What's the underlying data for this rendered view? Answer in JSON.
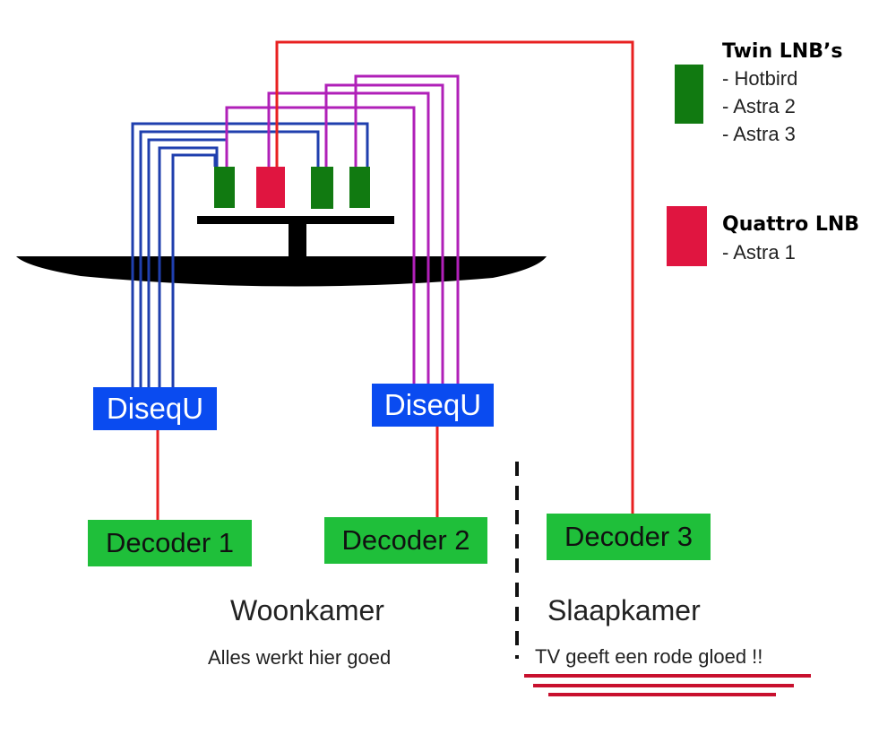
{
  "colors": {
    "twin_lnb": "#117a11",
    "quattro_lnb": "#e01540",
    "diseq": "#0a4bf0",
    "decoder": "#1fbf3a",
    "wire_red": "#e82020",
    "wire_blue": "#1f3fae",
    "wire_purple": "#b020b8",
    "dish": "#000000"
  },
  "dish": {
    "twin_lnbs": 3,
    "quattro_lnbs": 1
  },
  "switches": [
    {
      "label": "DiseqU"
    },
    {
      "label": "DiseqU"
    }
  ],
  "decoders": [
    {
      "label": "Decoder 1"
    },
    {
      "label": "Decoder 2"
    },
    {
      "label": "Decoder 3"
    }
  ],
  "rooms": {
    "woonkamer": {
      "name": "Woonkamer",
      "note": "Alles werkt hier goed"
    },
    "slaapkamer": {
      "name": "Slaapkamer",
      "note": "TV geeft een rode gloed !!"
    }
  },
  "legend": {
    "twin": {
      "title": "Twin LNB’s",
      "items": [
        "- Hotbird",
        "- Astra 2",
        "- Astra 3"
      ]
    },
    "quattro": {
      "title": "Quattro LNB",
      "items": [
        "- Astra 1"
      ]
    }
  }
}
